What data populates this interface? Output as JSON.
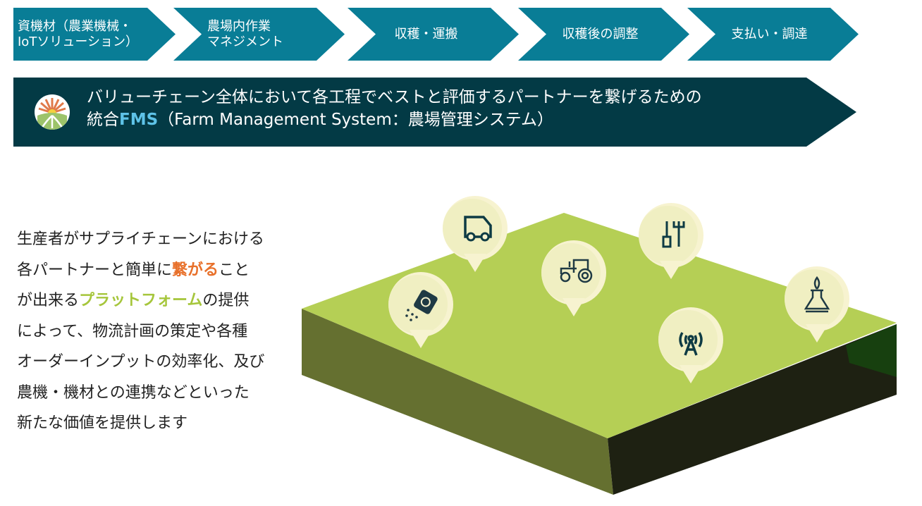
{
  "process_steps": [
    {
      "line1": "資機材（農業機械・",
      "line2": "IoTソリューション）"
    },
    {
      "line1": "農場内作業",
      "line2": "マネジメント"
    },
    {
      "line1": "収穫・運搬"
    },
    {
      "line1": "収穫後の調整"
    },
    {
      "line1": "支払い・調達"
    }
  ],
  "banner": {
    "line1": "バリューチェーン全体において各工程でベストと評価するパートナーを繋げるための",
    "line2_prefix": "統合",
    "line2_highlight": "FMS",
    "line2_suffix": "（Farm Management System：農場管理システム）"
  },
  "description": {
    "l1": "生産者がサプライチェーンにおける",
    "l2a": "各パートナーと簡単に",
    "l2b": "繋がる",
    "l2c": "こと",
    "l3a": "が出来る",
    "l3b": "プラットフォーム",
    "l3c": "の提供",
    "l4": "によって、物流計画の策定や各種",
    "l5": "オーダーインプットの効率化、及び",
    "l6": "農機・機材との連携などといった",
    "l7": "新たな価値を提供します"
  },
  "colors": {
    "chevron": "#097d96",
    "banner": "#033a45",
    "accent_orange": "#e8702a",
    "accent_green": "#a6c63c",
    "field_top": "#b5cf55"
  },
  "icons": [
    "seed-bag-icon",
    "delivery-van-icon",
    "tractor-icon",
    "farm-tools-icon",
    "signal-tower-icon",
    "lab-flask-icon"
  ]
}
